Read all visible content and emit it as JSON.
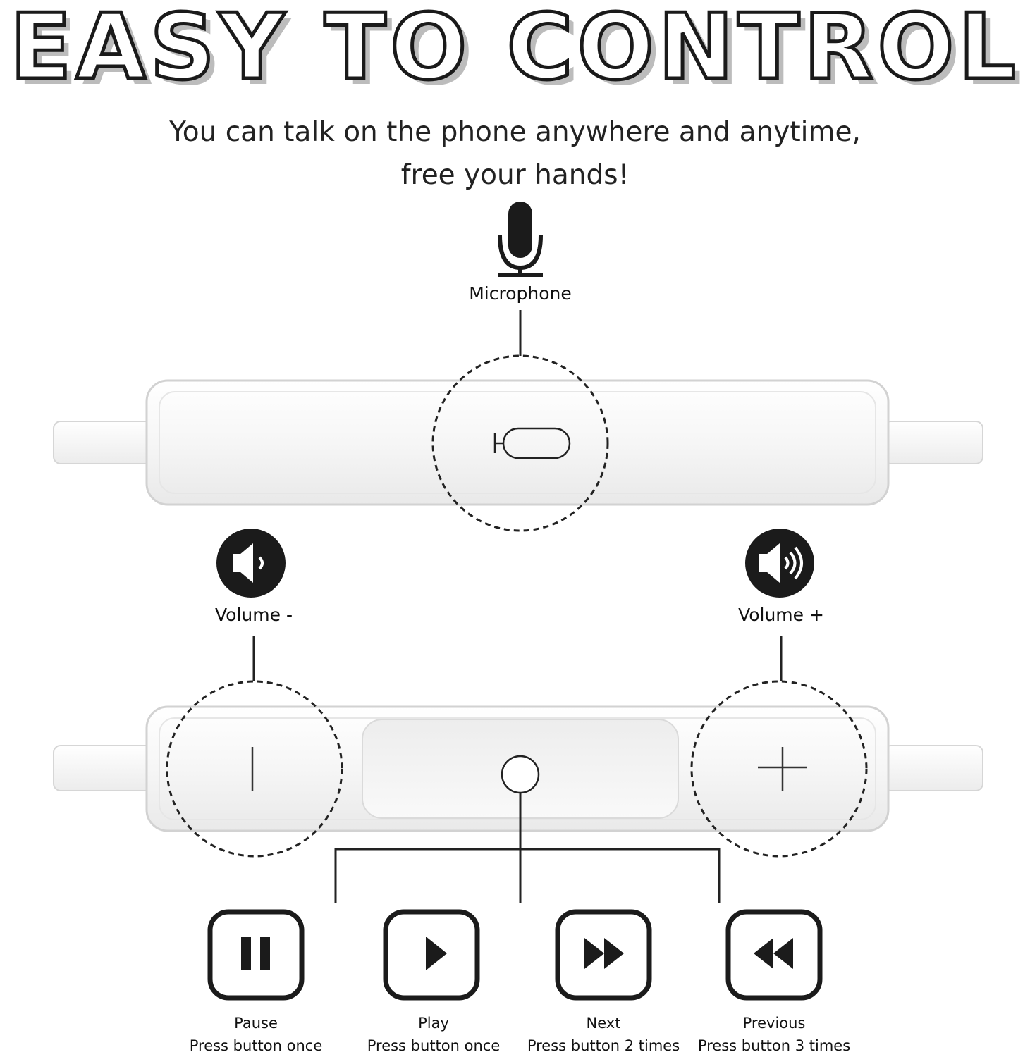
{
  "heading": {
    "title": "EASY TO CONTROL",
    "subtitle_line1": "You can talk on the phone anywhere and anytime,",
    "subtitle_line2": "free your hands!"
  },
  "microphone": {
    "label": "Microphone",
    "icon": "microphone-icon"
  },
  "volume_down": {
    "label": "Volume -",
    "icon": "speaker-low-icon"
  },
  "volume_up": {
    "label": "Volume +",
    "icon": "speaker-high-icon"
  },
  "controls": [
    {
      "icon": "pause-icon",
      "name": "Pause",
      "action": "Press button once"
    },
    {
      "icon": "play-icon",
      "name": "Play",
      "action": "Press button once"
    },
    {
      "icon": "fast-forward-icon",
      "name": "Next",
      "action": "Press button 2 times"
    },
    {
      "icon": "rewind-icon",
      "name": "Previous",
      "action": "Press button 3 times"
    }
  ],
  "colors": {
    "ink": "#1b1b1b",
    "shadow": "#bcbcbc",
    "remote": "#f4f4f4"
  }
}
